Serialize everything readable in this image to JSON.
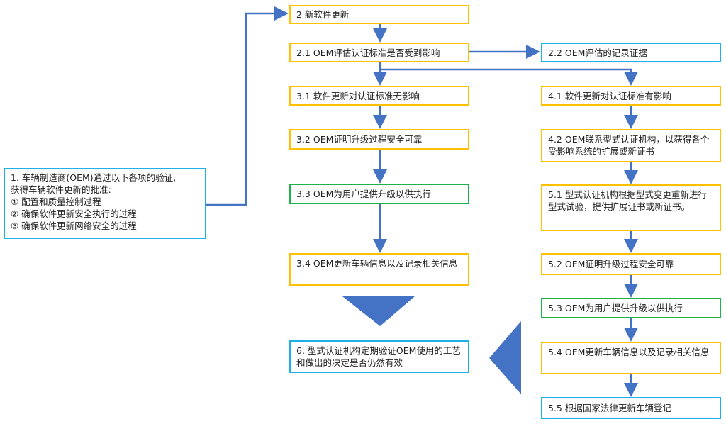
{
  "colors": {
    "orange": "#ffc000",
    "blue": "#1fb0ea",
    "green": "#1db34a",
    "arrow": "#4472c4"
  },
  "box1": {
    "lines": [
      "1. 车辆制造商(OEM)通过以下各项的验证,",
      "获得车辆软件更新的批准:",
      "① 配置和质量控制过程",
      "② 确保软件更新安全执行的过程",
      "③ 确保软件更新网络安全的过程"
    ]
  },
  "b2": "2 新软件更新",
  "b21": "2.1 OEM评估认证标准是否受到影响",
  "b22": "2.2 OEM评估的记录证据",
  "b31": "3.1 软件更新对认证标准无影响",
  "b32": "3.2 OEM证明升级过程安全可靠",
  "b33": "3.3 OEM为用户提供升级以供执行",
  "b34": "3.4 OEM更新车辆信息以及记录相关信息",
  "b6": "6. 型式认证机构定期验证OEM使用的工艺和做出的决定是否仍然有效",
  "b41": "4.1 软件更新对认证标准有影响",
  "b42": "4.2 OEM联系型式认证机构，以获得各个受影响系统的扩展或新证书",
  "b51": "5.1 型式认证机构根据型式变更重新进行型式试验，提供扩展证书或新证书。",
  "b52": "5.2 OEM证明升级过程安全可靠",
  "b53": "5.3 OEM为用户提供升级以供执行",
  "b54": "5.4 OEM更新车辆信息以及记录相关信息",
  "b55": "5.5 根据国家法律更新车辆登记"
}
